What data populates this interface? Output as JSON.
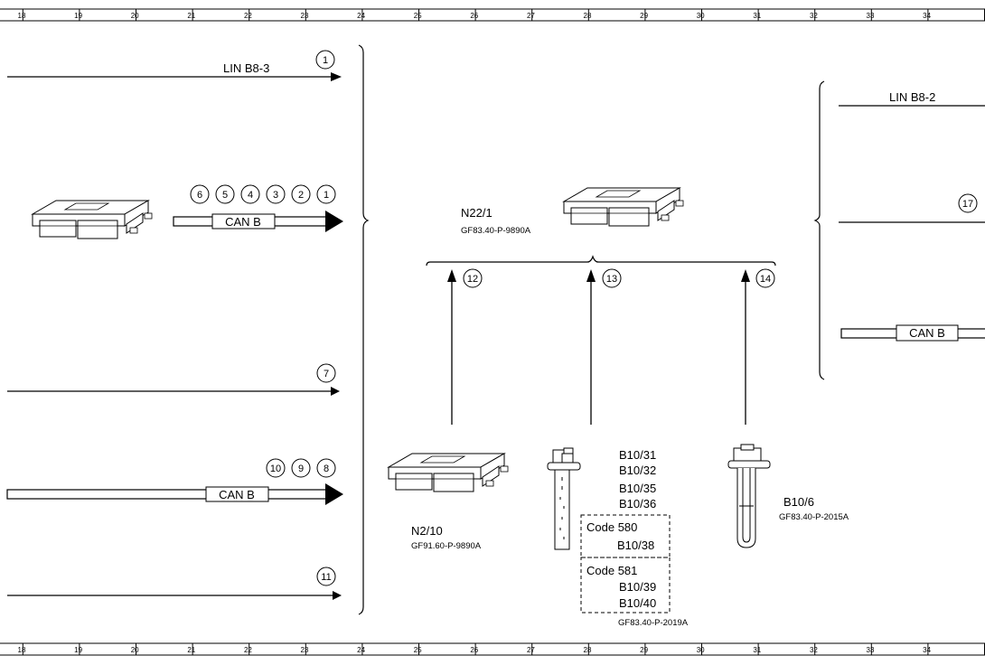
{
  "ruler_cells": [
    "18",
    "19",
    "20",
    "21",
    "22",
    "23",
    "24",
    "25",
    "26",
    "27",
    "28",
    "29",
    "30",
    "31",
    "32",
    "33",
    "34"
  ],
  "left": {
    "lin_label": "LIN B8-3",
    "lin_callout": "1",
    "can_callouts": [
      "6",
      "5",
      "4",
      "3",
      "2",
      "1"
    ],
    "can_label": "CAN B",
    "line7_callout": "7",
    "can2_callouts": [
      "10",
      "9",
      "8"
    ],
    "can2_label": "CAN B",
    "line11_callout": "11"
  },
  "center": {
    "n22_name": "N22/1",
    "n22_ref": "GF83.40-P-9890A",
    "arrow_callouts": [
      "12",
      "13",
      "14"
    ],
    "n2_name": "N2/10",
    "n2_ref": "GF91.60-P-9890A",
    "sensor_labels": [
      "B10/31",
      "B10/32",
      "B10/35",
      "B10/36"
    ],
    "code580_title": "Code 580",
    "code580_item": "B10/38",
    "code581_title": "Code 581",
    "code581_items": [
      "B10/39",
      "B10/40"
    ],
    "sensor_ref": "GF83.40-P-2019A",
    "b106_name": "B10/6",
    "b106_ref": "GF83.40-P-2015A"
  },
  "right": {
    "lin_label": "LIN B8-2",
    "callout": "17",
    "can_label": "CAN B"
  }
}
